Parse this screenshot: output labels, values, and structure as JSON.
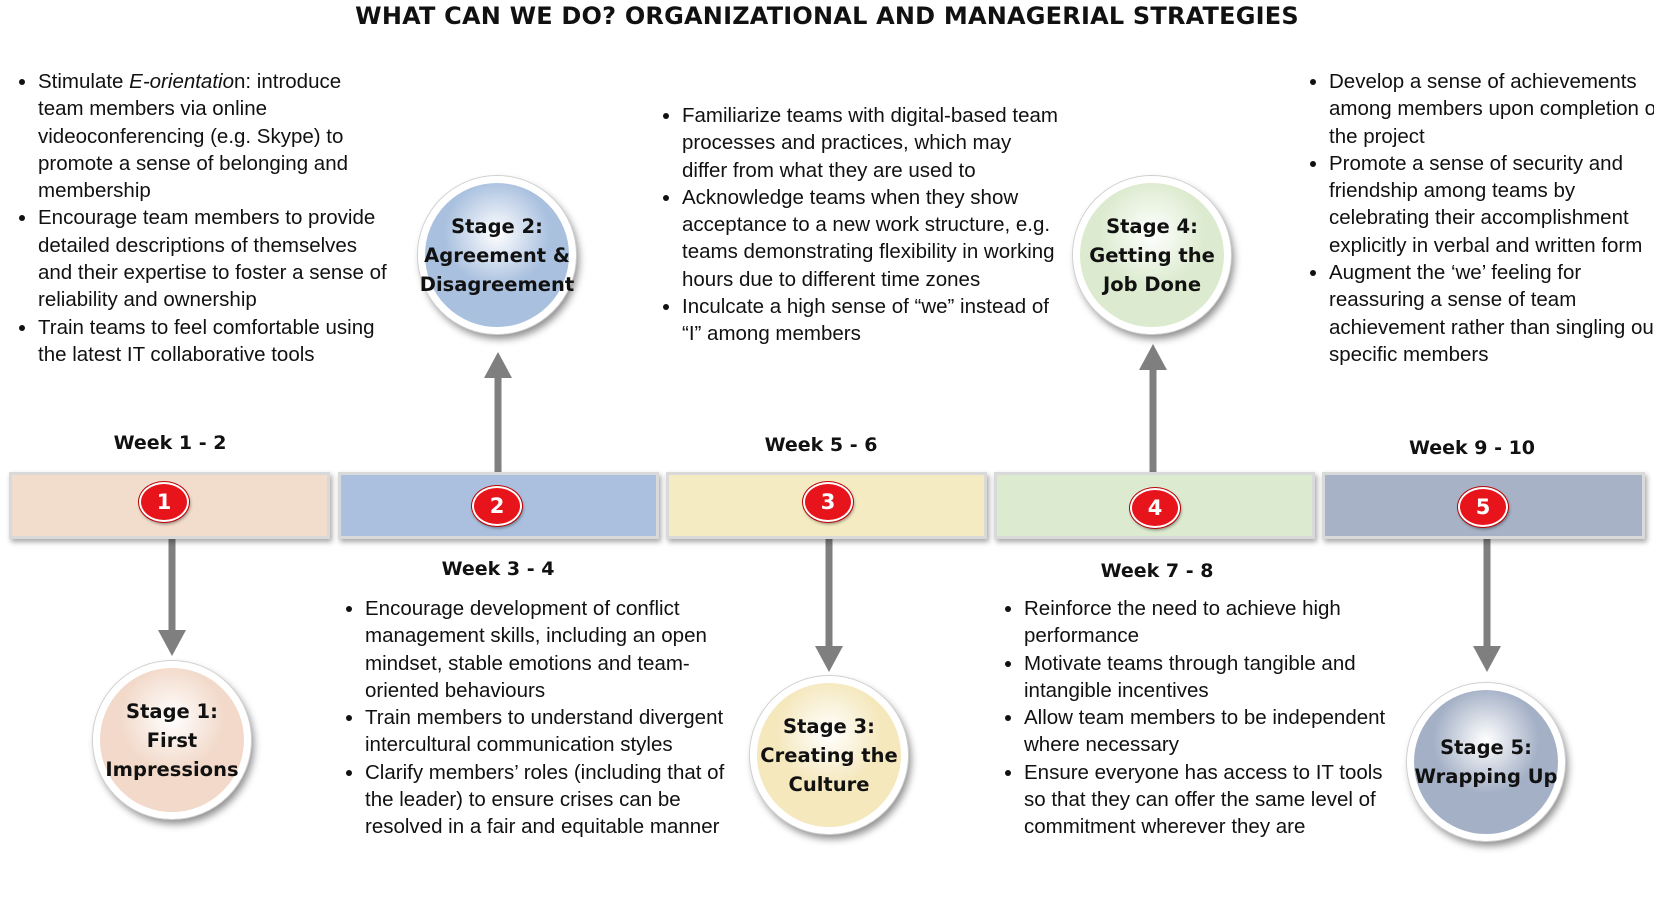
{
  "title": "WHAT CAN WE DO? ORGANIZATIONAL AND MANAGERIAL STRATEGIES",
  "weeks": [
    "Week 1 - 2",
    "Week 3 - 4",
    "Week  5 - 6",
    "Week 7 - 8",
    "Week 9 - 10"
  ],
  "badges": [
    "1",
    "2",
    "3",
    "4",
    "5"
  ],
  "stages": [
    {
      "lines": [
        "Stage 1:",
        "First",
        "Impressions"
      ],
      "color": "#f2d9c9"
    },
    {
      "lines": [
        "Stage 2:",
        "Agreement &",
        "Disagreement"
      ],
      "color": "#a9c0df"
    },
    {
      "lines": [
        "Stage 3:",
        "Creating the",
        "Culture"
      ],
      "color": "#f5e8bd"
    },
    {
      "lines": [
        "Stage 4:",
        "Getting the",
        "Job Done"
      ],
      "color": "#dcebcf"
    },
    {
      "lines": [
        "Stage 5:",
        "Wrapping Up"
      ],
      "color": "#a4b0c6"
    }
  ],
  "bar_colors": [
    "#f2dccb",
    "#abc0de",
    "#f5ebc3",
    "#dcebd0",
    "#a7b2c7"
  ],
  "bullets": {
    "week1": [
      {
        "pre": "Stimulate ",
        "em": "E-orientatio",
        "post": "n: introduce team members via online videoconferencing (e.g. Skype) to promote a sense of belonging and membership"
      },
      {
        "pre": "Encourage team members to provide detailed descriptions of themselves and their expertise to foster a sense of reliability and ownership",
        "em": "",
        "post": ""
      },
      {
        "pre": "Train teams to feel comfortable using the latest IT collaborative tools",
        "em": "",
        "post": ""
      }
    ],
    "week3": [
      "Encourage development of conflict management skills, including an open mindset, stable emotions and team-oriented behaviours",
      "Train members to understand divergent intercultural communication styles",
      "Clarify members’ roles (including that of the leader) to ensure crises can be resolved in a fair and equitable manner"
    ],
    "week5": [
      "Familiarize teams with digital-based team processes and practices, which may differ from what they are used to",
      "Acknowledge teams when they show acceptance to a new work structure, e.g. teams demonstrating flexibility in working hours due to different time zones",
      "Inculcate a high sense of “we” instead of “I” among members"
    ],
    "week7": [
      "Reinforce the need to achieve high performance",
      "Motivate teams through tangible and intangible incentives",
      "Allow team members to be independent where necessary",
      "Ensure everyone has access to IT tools so that they can offer the same level of commitment wherever they are"
    ],
    "week9": [
      "Develop a sense of achievements among members upon completion of the project",
      "Promote a sense of security and friendship among teams by celebrating their accomplishment explicitly in verbal and written form",
      "Augment the ‘we’ feeling for reassuring a sense of team achievement rather than singling out specific members"
    ]
  }
}
